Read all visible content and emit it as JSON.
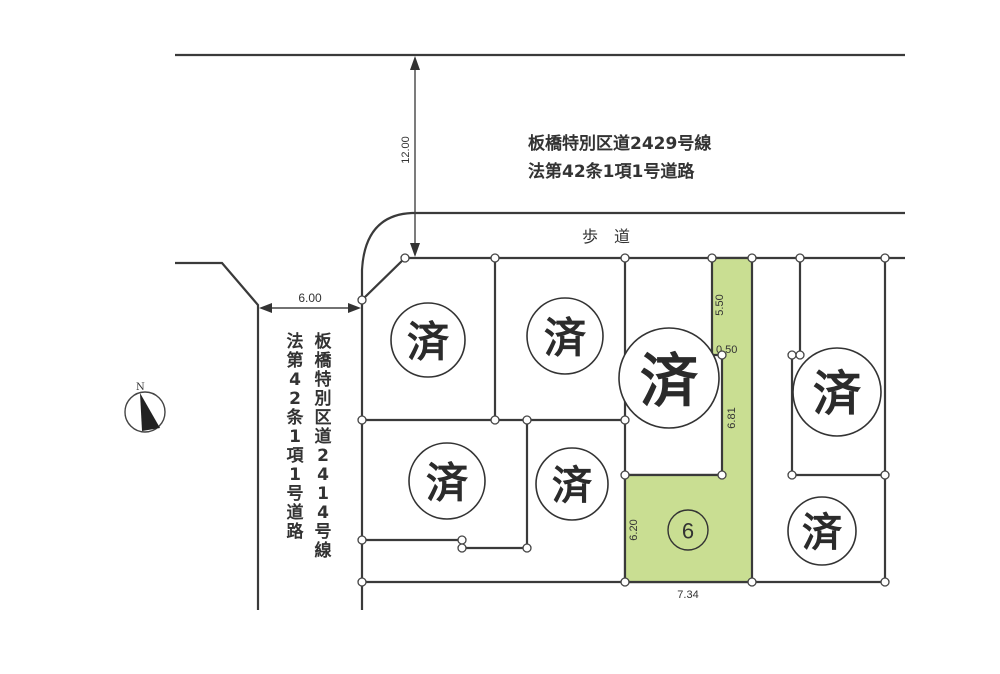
{
  "roads": {
    "north": {
      "line1": "板橋特別区道2429号線",
      "line2": "法第42条1項1号道路",
      "width": "12.00"
    },
    "west": {
      "line1": "板橋特別区道2414号線",
      "line2": "法第42条1項1号道路",
      "width": "6.00"
    },
    "sidewalk": "歩　道"
  },
  "lots": [
    {
      "id": "lot-a",
      "status": "済"
    },
    {
      "id": "lot-b",
      "status": "済"
    },
    {
      "id": "lot-c",
      "status": "済"
    },
    {
      "id": "lot-d",
      "status": "済"
    },
    {
      "id": "lot-e",
      "status": "済"
    },
    {
      "id": "lot-f",
      "status": "済"
    },
    {
      "id": "lot-g",
      "status": "済"
    },
    {
      "id": "lot-6",
      "status": "available",
      "number": "6",
      "highlight_color": "#c9de92"
    }
  ],
  "dimensions": {
    "lot6_stripe_top": "5.50",
    "lot6_jog": "0.50",
    "lot6_stripe_lower": "6.81",
    "lot6_left": "6.20",
    "lot6_bottom": "7.34"
  },
  "compass": {
    "label": "N"
  }
}
